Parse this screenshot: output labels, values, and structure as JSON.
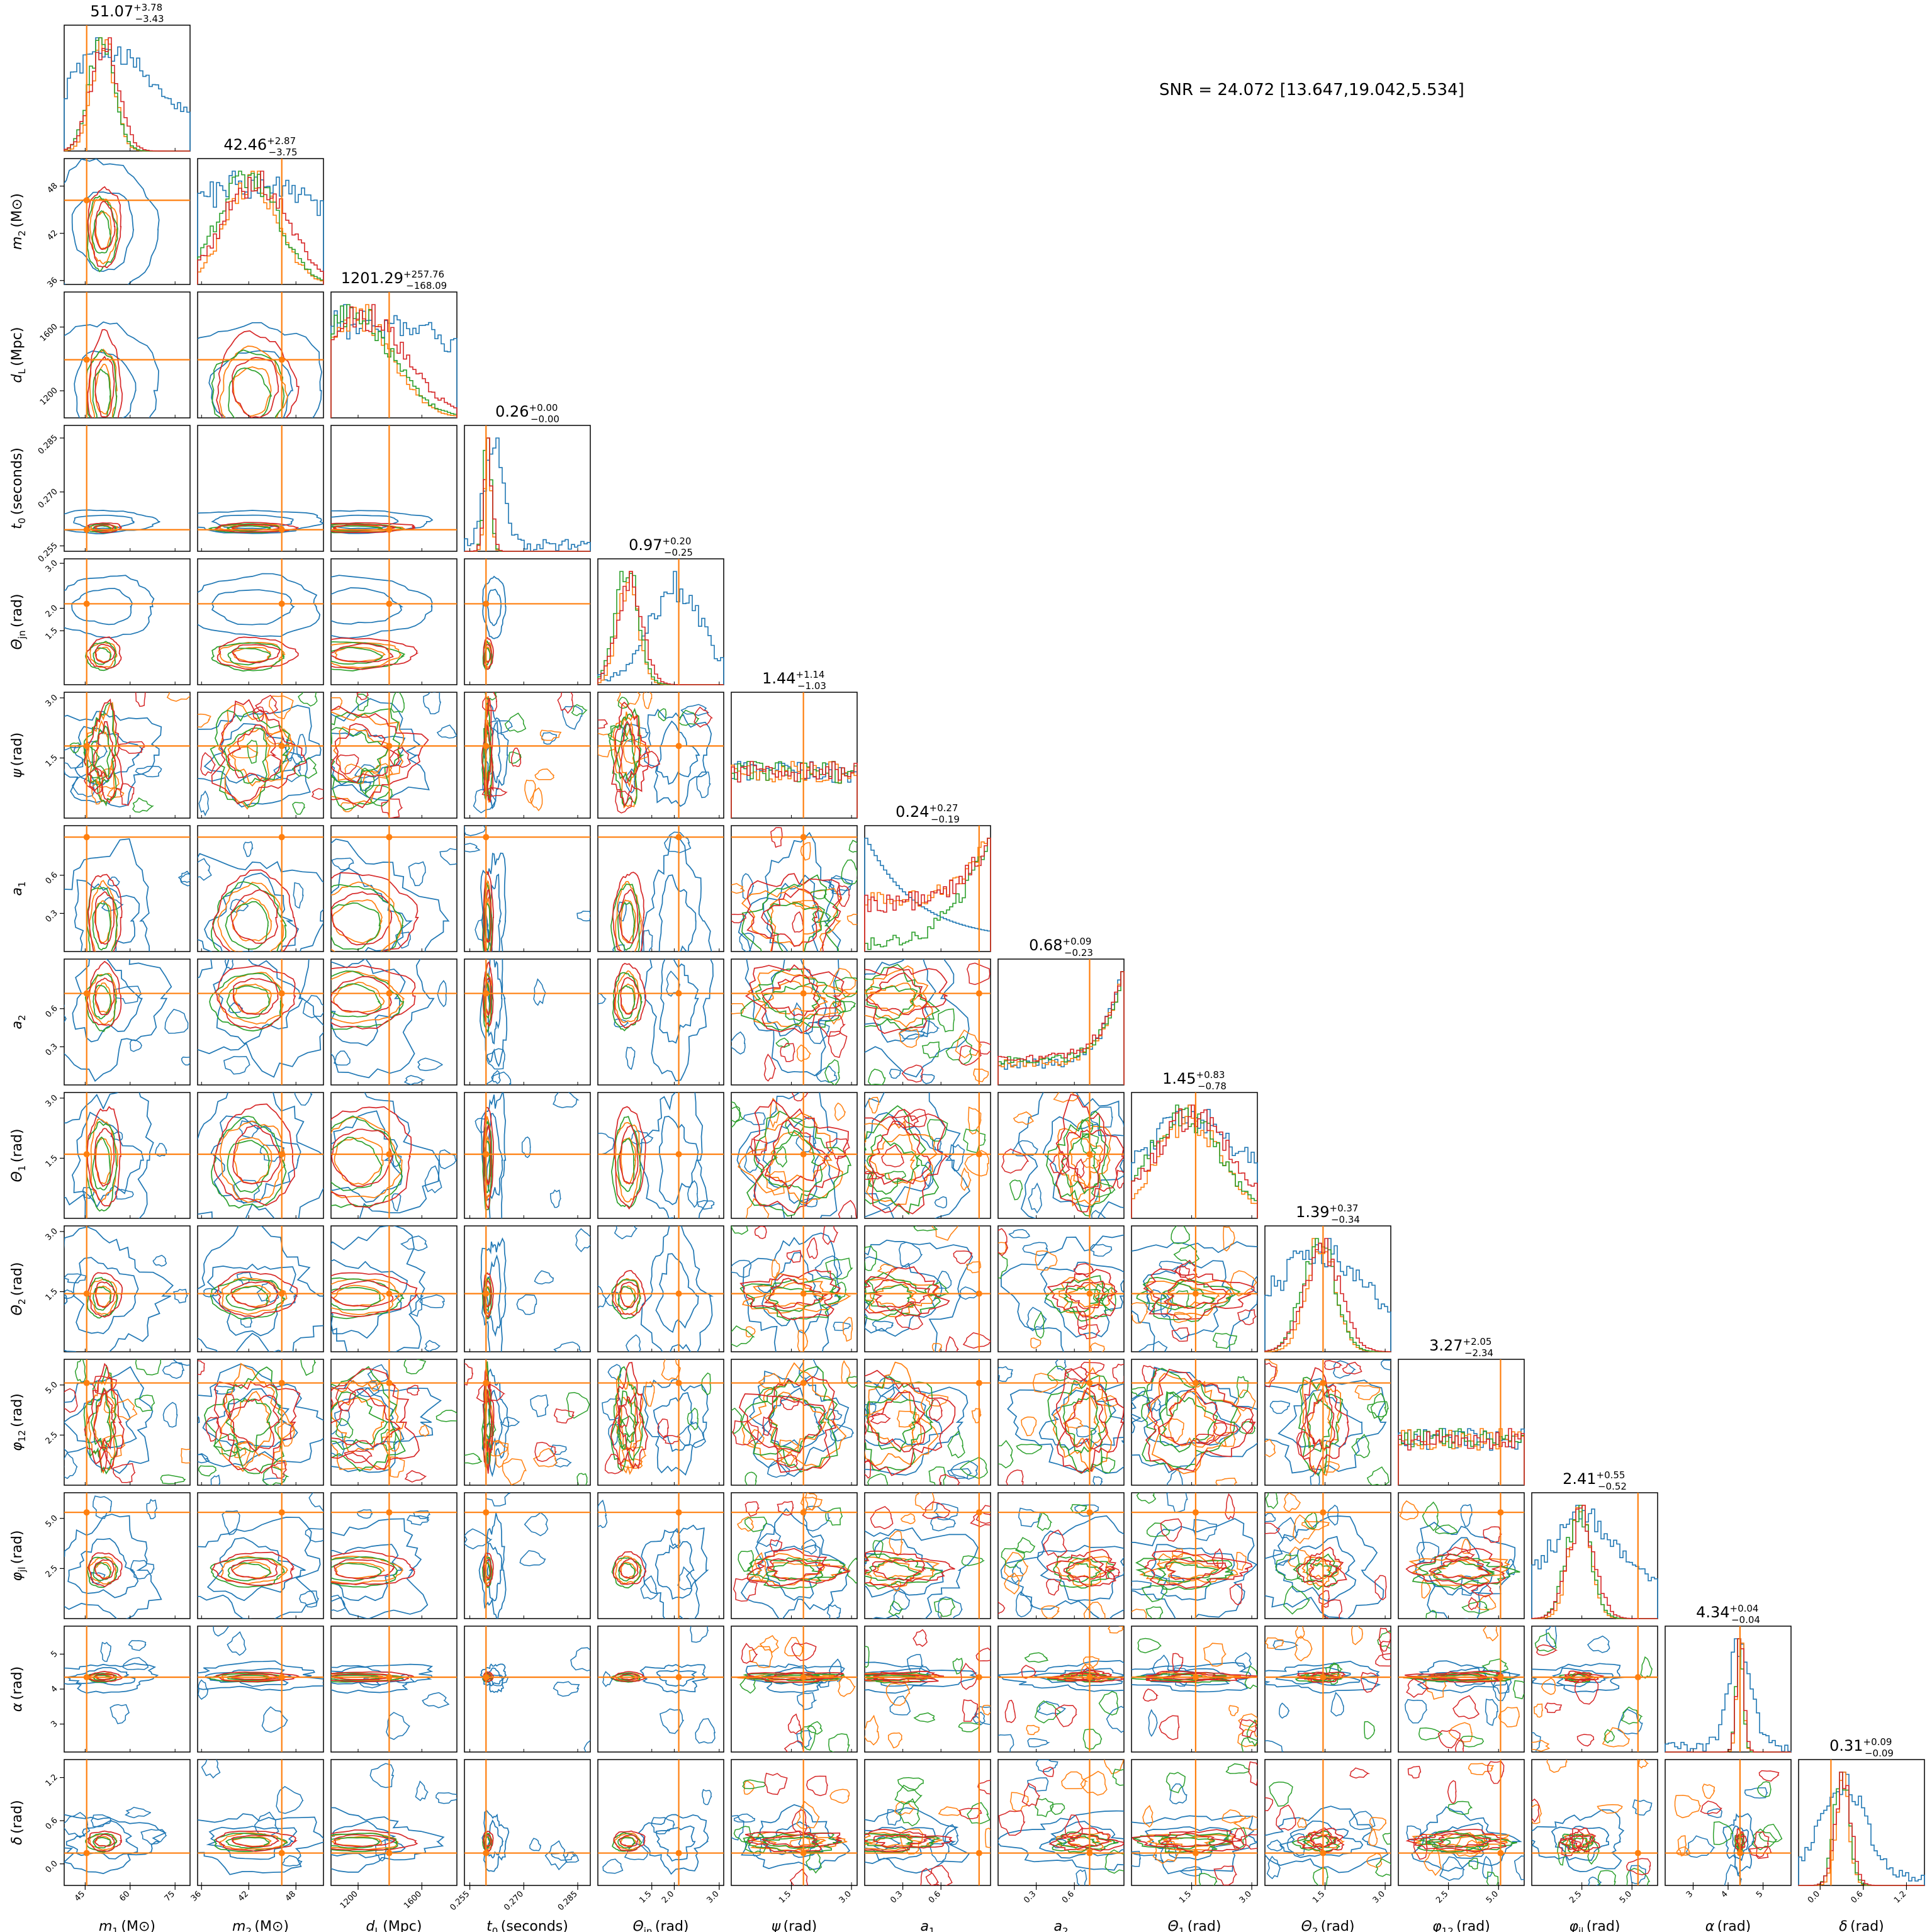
{
  "chart_data": {
    "type": "corner",
    "annotation": "SNR = 24.072 [13.647,19.042,5.534]",
    "series": [
      {
        "color": "#1f77b4"
      },
      {
        "color": "#ff7f0e"
      },
      {
        "color": "#2ca02c"
      },
      {
        "color": "#d62728"
      }
    ],
    "truth_color": "#ff7f0e",
    "parameters": [
      {
        "label": "m₁ (M⊙)",
        "sym": "m",
        "sub": "1",
        "unit": "(M⊙)",
        "range": [
          38,
          80
        ],
        "ticks": [
          45,
          60,
          75
        ],
        "tick_labels": [
          "45",
          "60",
          "75"
        ],
        "truth": 45.5,
        "median": 51.07,
        "lo": 47.64,
        "hi": 54.85,
        "title": "51.07",
        "title_plus": "+3.78",
        "title_minus": "−3.43"
      },
      {
        "label": "m₂ (M⊙)",
        "sym": "m",
        "sub": "2",
        "unit": "(M⊙)",
        "range": [
          35.5,
          51.5
        ],
        "ticks": [
          36,
          42,
          48
        ],
        "tick_labels": [
          "36",
          "42",
          "48"
        ],
        "truth": 46.2,
        "median": 42.46,
        "lo": 38.71,
        "hi": 45.33,
        "title": "42.46",
        "title_plus": "+2.87",
        "title_minus": "−3.75"
      },
      {
        "label": "d_L (Mpc)",
        "sym": "d",
        "sub": "L",
        "unit": "(Mpc)",
        "range": [
          1030,
          1820
        ],
        "ticks": [
          1200,
          1600
        ],
        "tick_labels": [
          "1200",
          "1600"
        ],
        "truth": 1395,
        "median": 1201.29,
        "lo": 1033.2,
        "hi": 1459.05,
        "title": "1201.29",
        "title_plus": "+257.76",
        "title_minus": "−168.09"
      },
      {
        "label": "t_0 (seconds)",
        "sym": "t",
        "sub": "0",
        "unit": "(seconds)",
        "range": [
          0.2535,
          0.2885
        ],
        "ticks": [
          0.255,
          0.27,
          0.285
        ],
        "tick_labels": [
          "0.255",
          "0.270",
          "0.285"
        ],
        "truth": 0.2595,
        "median": 0.26,
        "lo": 0.2595,
        "hi": 0.2605,
        "title": "0.26",
        "title_plus": "+0.00",
        "title_minus": "−0.00"
      },
      {
        "label": "Θ_jn (rad)",
        "sym": "Θ",
        "sub": "jn",
        "unit": "(rad)",
        "range": [
          0.3,
          3.1
        ],
        "ticks": [
          1.5,
          2.0,
          3.0
        ],
        "tick_labels": [
          "1.5",
          "2.0",
          "3.0"
        ],
        "truth": 2.1,
        "median": 0.97,
        "lo": 0.72,
        "hi": 1.17,
        "title": "0.97",
        "title_plus": "+0.20",
        "title_minus": "−0.25"
      },
      {
        "label": "ψ (rad)",
        "sym": "ψ",
        "sub": "",
        "unit": "(rad)",
        "range": [
          0.0,
          3.14
        ],
        "ticks": [
          1.5,
          3.0
        ],
        "tick_labels": [
          "1.5",
          "3.0"
        ],
        "truth": 1.8,
        "median": 1.44,
        "lo": 0.41,
        "hi": 2.58,
        "title": "1.44",
        "title_plus": "+1.14",
        "title_minus": "−1.03"
      },
      {
        "label": "a₁",
        "sym": "a",
        "sub": "1",
        "unit": "",
        "range": [
          0.0,
          0.99
        ],
        "ticks": [
          0.3,
          0.6
        ],
        "tick_labels": [
          "0.3",
          "0.6"
        ],
        "truth": 0.9,
        "median": 0.24,
        "lo": 0.05,
        "hi": 0.51,
        "title": "0.24",
        "title_plus": "+0.27",
        "title_minus": "−0.19"
      },
      {
        "label": "a₂",
        "sym": "a",
        "sub": "2",
        "unit": "",
        "range": [
          0.0,
          0.99
        ],
        "ticks": [
          0.3,
          0.6
        ],
        "tick_labels": [
          "0.3",
          "0.6"
        ],
        "truth": 0.72,
        "median": 0.68,
        "lo": 0.45,
        "hi": 0.77,
        "title": "0.68",
        "title_plus": "+0.09",
        "title_minus": "−0.23"
      },
      {
        "label": "Θ₁ (rad)",
        "sym": "Θ",
        "sub": "1",
        "unit": "(rad)",
        "range": [
          0.0,
          3.14
        ],
        "ticks": [
          1.5,
          3.0
        ],
        "tick_labels": [
          "1.5",
          "3.0"
        ],
        "truth": 1.6,
        "median": 1.45,
        "lo": 0.67,
        "hi": 2.28,
        "title": "1.45",
        "title_plus": "+0.83",
        "title_minus": "−0.78"
      },
      {
        "label": "Θ₂ (rad)",
        "sym": "Θ",
        "sub": "2",
        "unit": "(rad)",
        "range": [
          0.0,
          3.14
        ],
        "ticks": [
          1.5,
          3.0
        ],
        "tick_labels": [
          "1.5",
          "3.0"
        ],
        "truth": 1.45,
        "median": 1.39,
        "lo": 1.05,
        "hi": 1.76,
        "title": "1.39",
        "title_plus": "+0.37",
        "title_minus": "−0.34"
      },
      {
        "label": "φ₁₂ (rad)",
        "sym": "φ",
        "sub": "12",
        "unit": "(rad)",
        "range": [
          0.0,
          6.28
        ],
        "ticks": [
          2.5,
          5.0
        ],
        "tick_labels": [
          "2.5",
          "5.0"
        ],
        "truth": 5.1,
        "median": 3.27,
        "lo": 0.93,
        "hi": 5.32,
        "title": "3.27",
        "title_plus": "+2.05",
        "title_minus": "−2.34"
      },
      {
        "label": "φ_jl (rad)",
        "sym": "φ",
        "sub": "jl",
        "unit": "(rad)",
        "range": [
          0.0,
          6.28
        ],
        "ticks": [
          2.5,
          5.0
        ],
        "tick_labels": [
          "2.5",
          "5.0"
        ],
        "truth": 5.3,
        "median": 2.41,
        "lo": 1.89,
        "hi": 2.96,
        "title": "2.41",
        "title_plus": "+0.55",
        "title_minus": "−0.52"
      },
      {
        "label": "α (rad)",
        "sym": "α",
        "sub": "",
        "unit": "(rad)",
        "range": [
          2.2,
          5.8
        ],
        "ticks": [
          3,
          4,
          5
        ],
        "tick_labels": [
          "3",
          "4",
          "5"
        ],
        "truth": 4.34,
        "median": 4.34,
        "lo": 4.3,
        "hi": 4.38,
        "title": "4.34",
        "title_plus": "+0.04",
        "title_minus": "−0.04"
      },
      {
        "label": "δ (rad)",
        "sym": "δ",
        "sub": "",
        "unit": "(rad)",
        "range": [
          -0.3,
          1.45
        ],
        "ticks": [
          0.0,
          0.6,
          1.2
        ],
        "tick_labels": [
          "0.0",
          "0.6",
          "1.2"
        ],
        "truth": 0.15,
        "median": 0.31,
        "lo": 0.22,
        "hi": 0.4,
        "title": "0.31",
        "title_plus": "+0.09",
        "title_minus": "−0.09"
      }
    ]
  }
}
